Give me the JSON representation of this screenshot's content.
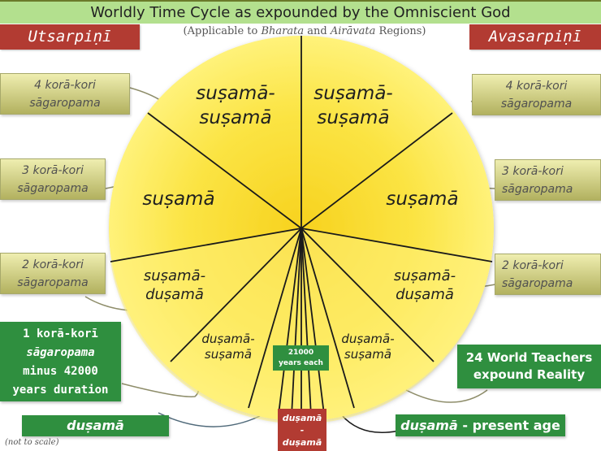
{
  "title": "Worldly Time Cycle as expounded by the Omniscient God",
  "subtitle": {
    "prefix": "(Applicable to ",
    "region1": "Bharata",
    "middle": " and ",
    "region2": "Airāvata",
    "suffix": " Regions)"
  },
  "eras": {
    "left": "Utsarpiṇī",
    "right": "Avasarpiṇī"
  },
  "left_labels": [
    {
      "line1": "4 korā-kori",
      "line2": "sāgaropama"
    },
    {
      "line1": "3 korā-kori",
      "line2": "sāgaropama"
    },
    {
      "line1": "2 korā-kori",
      "line2": "sāgaropama"
    }
  ],
  "right_labels": [
    {
      "line1": "4 korā-kori",
      "line2": "sāgaropama"
    },
    {
      "line1": "3 korā-kori",
      "line2": "sāgaropama"
    },
    {
      "line1": "2 korā-kori",
      "line2": "sāgaropama"
    }
  ],
  "left_green": {
    "duration_lines": [
      "1 korā-korī",
      "sāgaropama",
      "minus 42000",
      "years duration"
    ],
    "dusama": "duṣamā"
  },
  "right_green": {
    "teachers_lines": [
      "24 World Teachers",
      "expound Reality"
    ],
    "present_italic": "duṣamā",
    "present_rest": " - present age"
  },
  "wheel_segments": {
    "left_susama_susama": [
      "suṣamā-",
      "suṣamā"
    ],
    "right_susama_susama": [
      "suṣamā-",
      "suṣamā"
    ],
    "left_susama": [
      "suṣamā"
    ],
    "right_susama": [
      "suṣamā"
    ],
    "left_susama_dusama": [
      "suṣamā-",
      "duṣamā"
    ],
    "right_susama_dusama": [
      "suṣamā-",
      "duṣamā"
    ],
    "left_dusama_susama": [
      "duṣamā-",
      "suṣamā"
    ],
    "right_dusama_susama": [
      "duṣamā-",
      "suṣamā"
    ]
  },
  "years_each": [
    "21000",
    "years each"
  ],
  "dusama_dusama": [
    "duṣamā",
    "-",
    "duṣamā"
  ],
  "note": "(not to scale)",
  "colors": {
    "title_bg": "#b3e08e",
    "era_red": "#b23b32",
    "green_box": "#2f8f3f",
    "wheel_yellow": "#fbe84c",
    "olive_box": "#c9c97a"
  }
}
